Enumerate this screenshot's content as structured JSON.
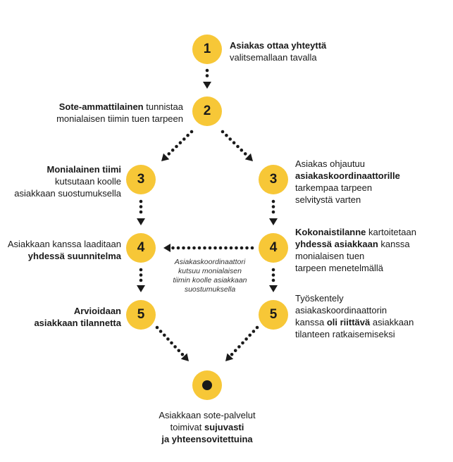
{
  "steps": {
    "s1": {
      "number": "1",
      "text_bold": "Asiakas ottaa yhteyttä",
      "text_rest": "valitsemallaan tavalla"
    },
    "s2": {
      "number": "2",
      "text_bold": "Sote-ammattilainen",
      "text_rest_1": " tunnistaa",
      "text_rest_2": "monialaisen tiimin tuen tarpeen"
    },
    "s3_left": {
      "number": "3",
      "text_bold": "Monialainen tiimi",
      "text_rest_1": "kutsutaan koolle",
      "text_rest_2": "asiakkaan suostumuksella"
    },
    "s3_right": {
      "number": "3",
      "text_1": "Asiakas ohjautuu",
      "text_bold": "asiakaskoordinaattorille",
      "text_2": "tarkempaa tarpeen",
      "text_3": "selvitystä varten"
    },
    "s4_left": {
      "number": "4",
      "text_1": "Asiakkaan kanssa laaditaan",
      "text_bold": "yhdessä suunnitelma"
    },
    "s4_right": {
      "number": "4",
      "text_bold_1": "Kokonaistilanne",
      "text_1": " kartoitetaan",
      "text_bold_2": "yhdessä asiakkaan",
      "text_2": " kanssa",
      "text_3": "monialaisen tuen",
      "text_4": "tarpeen menetelmällä"
    },
    "s5_left": {
      "number": "5",
      "text_bold_1": "Arvioidaan",
      "text_bold_2": "asiakkaan tilannetta"
    },
    "s5_right": {
      "number": "5",
      "text_1": "Työskentely",
      "text_2": "asiakaskoordinaattorin",
      "text_3a": "kanssa ",
      "text_bold": "oli riittävä",
      "text_3b": " asiakkaan",
      "text_4": "tilanteen ratkaisemiseksi"
    }
  },
  "connector_note": {
    "line_1": "Asiakaskoordinaattori",
    "line_2": "kutsuu monialaisen",
    "line_3": "tiimin koolle asiakkaan",
    "line_4": "suostumuksella"
  },
  "end": {
    "text_1": "Asiakkaan sote-palvelut",
    "text_2a": "toimivat ",
    "text_bold_1": "sujuvasti",
    "text_bold_2": "ja yhteensovitettuina"
  },
  "colors": {
    "node": "#f7c737",
    "dots": "#1a1a1a"
  }
}
